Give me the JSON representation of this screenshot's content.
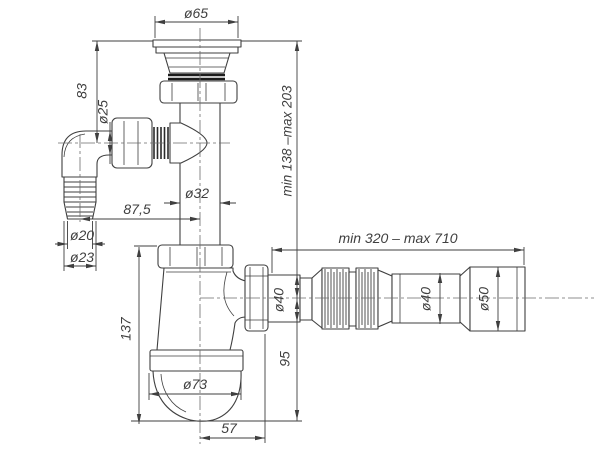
{
  "drawing": {
    "type": "technical-drawing",
    "subject": "bottle trap siphon with side inlet and flexible outlet pipe",
    "background_color": "#ffffff",
    "line_color": "#3f3f3f",
    "dims": {
      "dia65": "ø65",
      "h83": "83",
      "dia25": "ø25",
      "height_range": "min 138 –max 203",
      "dia32": "ø32",
      "offset87": "87,5",
      "dia20": "ø20",
      "dia23": "ø23",
      "length_range": "min 320 – max 710",
      "h137": "137",
      "dia40_outlet": "ø40",
      "dia40_flex": "ø40",
      "dia50": "ø50",
      "h95": "95",
      "dia73": "ø73",
      "offset57": "57"
    }
  }
}
